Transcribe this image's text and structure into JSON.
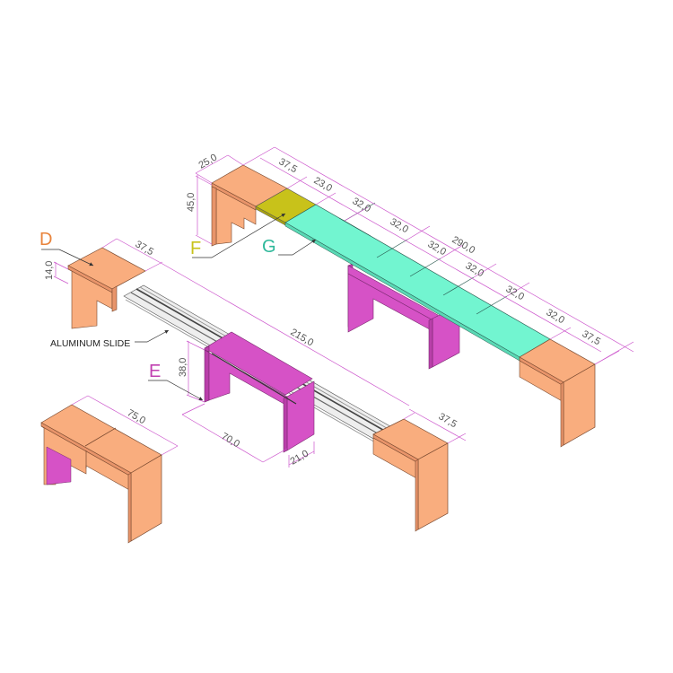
{
  "colors": {
    "orange": "#F9AD7E",
    "orange_dark": "#E8946A",
    "magenta": "#D652C6",
    "magenta_dark": "#B93FAA",
    "cyan": "#72F5D0",
    "olive": "#C8C21A",
    "dimension": "#CC55CC",
    "label_D": "#E8843C",
    "label_E": "#C040B0",
    "label_F": "#C8C21A",
    "label_G": "#2EB89A"
  },
  "labels": {
    "D": "D",
    "E": "E",
    "F": "F",
    "G": "G",
    "aluminum_slide": "ALUMINUM SLIDE"
  },
  "top_table": {
    "dims": {
      "depth": "25,0",
      "height": "45,0",
      "end_length": "37,5",
      "olive_leaf": "23,0",
      "leaves": [
        "32,0",
        "32,0",
        "32,0",
        "32,0",
        "32,0",
        "32,0"
      ],
      "end_length_right": "37,5",
      "total": "290,0"
    }
  },
  "middle_table": {
    "dims": {
      "top_height": "14,0",
      "end_length": "37,5",
      "slide_length": "215,0",
      "end_length_right": "37,5",
      "support_height": "38,0",
      "support_length": "70,0",
      "support_depth": "21,0"
    }
  },
  "closed_table": {
    "dims": {
      "length": "75,0"
    }
  }
}
